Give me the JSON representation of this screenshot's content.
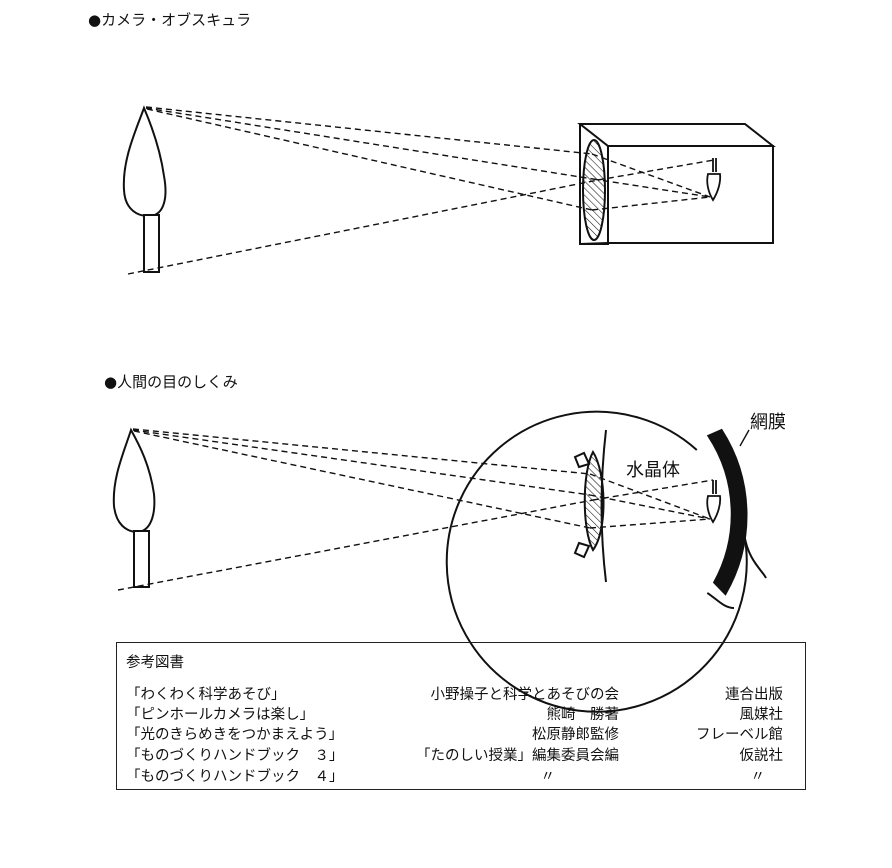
{
  "sections": [
    {
      "title": "●カメラ・オブスキュラ"
    },
    {
      "title": "●人間の目のしくみ",
      "labels": {
        "lens": "水晶体",
        "retina": "網膜"
      }
    }
  ],
  "references": {
    "title": "参考図書",
    "rows": [
      {
        "book": "「わくわく科学あそび」",
        "author": "小野操子と科学とあそびの会",
        "publisher": "連合出版"
      },
      {
        "book": "「ピンホールカメラは楽し」",
        "author": "熊崎　勝著",
        "publisher": "風媒社"
      },
      {
        "book": "「光のきらめきをつかまえよう」",
        "author": "松原静郎監修",
        "publisher": "フレーベル館"
      },
      {
        "book": "「ものづくりハンドブック　３」",
        "author": "「たのしい授業」編集委員会編",
        "publisher": "仮説社"
      },
      {
        "book": "「ものづくりハンドブック　４」",
        "author": "〃",
        "publisher": "〃"
      }
    ]
  }
}
